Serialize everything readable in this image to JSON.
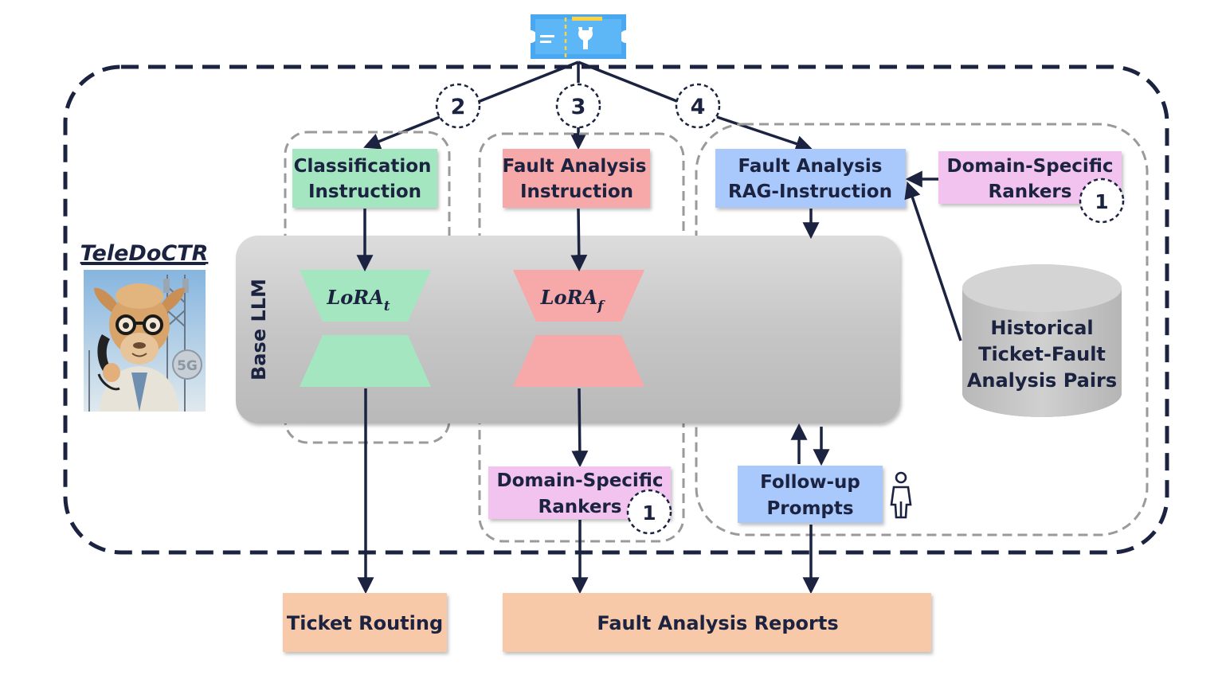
{
  "system": {
    "title": "TeleDoCTR",
    "mascot_badge": "5G"
  },
  "base_llm": {
    "label": "Base LLM"
  },
  "steps": [
    {
      "number": "2"
    },
    {
      "number": "3"
    },
    {
      "number": "4"
    }
  ],
  "instructions": {
    "classification": {
      "line1": "Classification",
      "line2": "Instruction"
    },
    "fault_analysis": {
      "line1": "Fault Analysis",
      "line2": "Instruction"
    },
    "fault_rag": {
      "line1": "Fault Analysis",
      "line2": "RAG-Instruction"
    }
  },
  "lora": {
    "ticket": {
      "base": "LoRA",
      "sub": "t"
    },
    "fault": {
      "base": "LoRA",
      "sub": "f"
    }
  },
  "rankers": {
    "top": {
      "line1": "Domain-Specific",
      "line2": "Rankers",
      "badge": "1"
    },
    "bottom": {
      "line1": "Domain-Specific",
      "line2": "Rankers",
      "badge": "1"
    }
  },
  "database": {
    "line1": "Historical",
    "line2": "Ticket-Fault",
    "line3": "Analysis Pairs"
  },
  "followup": {
    "line1": "Follow-up",
    "line2": "Prompts"
  },
  "outputs": {
    "routing": "Ticket Routing",
    "reports": "Fault Analysis Reports"
  },
  "colors": {
    "navy": "#1b2340",
    "classification": "#a3e6c0",
    "fault": "#f7a8a8",
    "rag": "#a9c8fb",
    "rankers": "#f2c3ef",
    "output": "#f8c9a8",
    "llm": "#c8c8c8",
    "lora_green": "#a3e6c0",
    "lora_pink": "#f7a8a8"
  },
  "icons": [
    "ticket-wrench-icon",
    "person-icon",
    "mascot-image"
  ]
}
